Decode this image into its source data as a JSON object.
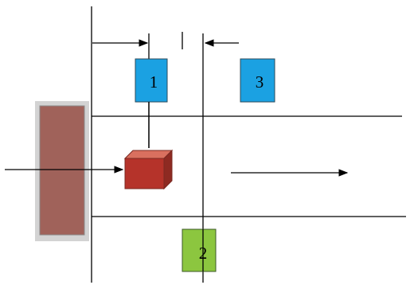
{
  "boxes": [
    {
      "label": "1",
      "color": "#1ba1e2"
    },
    {
      "label": "2",
      "color": "#8cc63f"
    },
    {
      "label": "3",
      "color": "#1ba1e2"
    }
  ],
  "colors": {
    "line": "#000000",
    "wall_face": "#a0625a",
    "wall_shadow": "#cfcfcf",
    "cube_front": "#b5332a",
    "cube_top": "#d9705f",
    "cube_side": "#8e2a22"
  },
  "icons": {
    "pusher_arrow": "arrow-right-icon",
    "flow_arrow": "arrow-right-icon",
    "gap_arrow_left": "arrow-right-icon",
    "gap_arrow_right": "arrow-left-icon"
  }
}
